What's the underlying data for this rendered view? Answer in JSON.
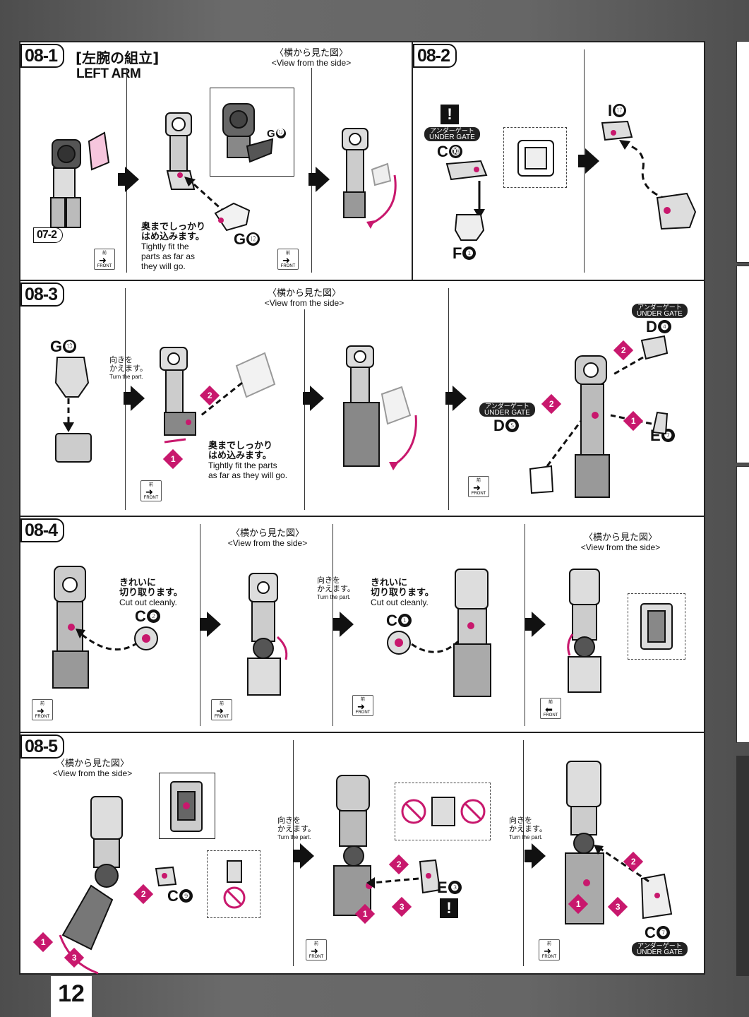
{
  "page_number": "12",
  "steps": {
    "s1": {
      "id": "08-1",
      "title_jp": "[左腕の組立]",
      "title_en": "LEFT ARM",
      "prev_ref": "07-2",
      "side_jp": "〈横から見た図〉",
      "side_en": "<View from the side>",
      "note_jp": "奥までしっかり\nはめ込みます。",
      "note_en": "Tightly fit the\nparts as far as\nthey will go.",
      "part_small": "G",
      "part_small_n": "⓬",
      "part_big": "G",
      "part_big_n": "⓬"
    },
    "s2": {
      "id": "08-2",
      "ug_jp": "アンダーゲート",
      "ug_en": "UNDER GATE",
      "partC": "C",
      "partC_n": "⓾",
      "partF": "F",
      "partF_n": "❶",
      "partI": "I",
      "partI_n": "⓱"
    },
    "s3": {
      "id": "08-3",
      "side_jp": "〈横から見た図〉",
      "side_en": "<View from the side>",
      "partG": "G",
      "partG_n": "⓭",
      "turn_jp": "向きを\nかえます。",
      "turn_en": "Turn the part.",
      "note_jp": "奥までしっかり\nはめ込みます。",
      "note_en": "Tightly fit the parts\nas far as they will go.",
      "ug_jp": "アンダーゲート",
      "ug_en": "UNDER GATE",
      "partD4": "D",
      "partD4_n": "❹",
      "partD5": "D",
      "partD5_n": "❺",
      "partE": "E",
      "partE_n": "❼"
    },
    "s4": {
      "id": "08-4",
      "note_jp": "きれいに\n切り取ります。",
      "note_en": "Cut out cleanly.",
      "partC2": "C",
      "partC2_n": "❷",
      "side_jp": "〈横から見た図〉",
      "side_en": "<View from the side>",
      "turn_jp": "向きを\nかえます。",
      "turn_en": "Turn the part.",
      "partC1": "C",
      "partC1_n": "❶"
    },
    "s5": {
      "id": "08-5",
      "side_jp": "〈横から見た図〉",
      "side_en": "<View from the side>",
      "partC9": "C",
      "partC9_n": "❾",
      "turn_jp": "向きを\nかえます。",
      "turn_en": "Turn the part.",
      "partE3": "E",
      "partE3_n": "❸",
      "partC7": "C",
      "partC7_n": "❼",
      "ug_jp": "アンダーゲート",
      "ug_en": "UNDER GATE"
    }
  },
  "common": {
    "front_jp": "前",
    "front_en": "FRONT",
    "num1": "1",
    "num2": "2",
    "num3": "3",
    "bang": "!"
  },
  "colors": {
    "accent": "#c8186d",
    "ink": "#111111"
  }
}
